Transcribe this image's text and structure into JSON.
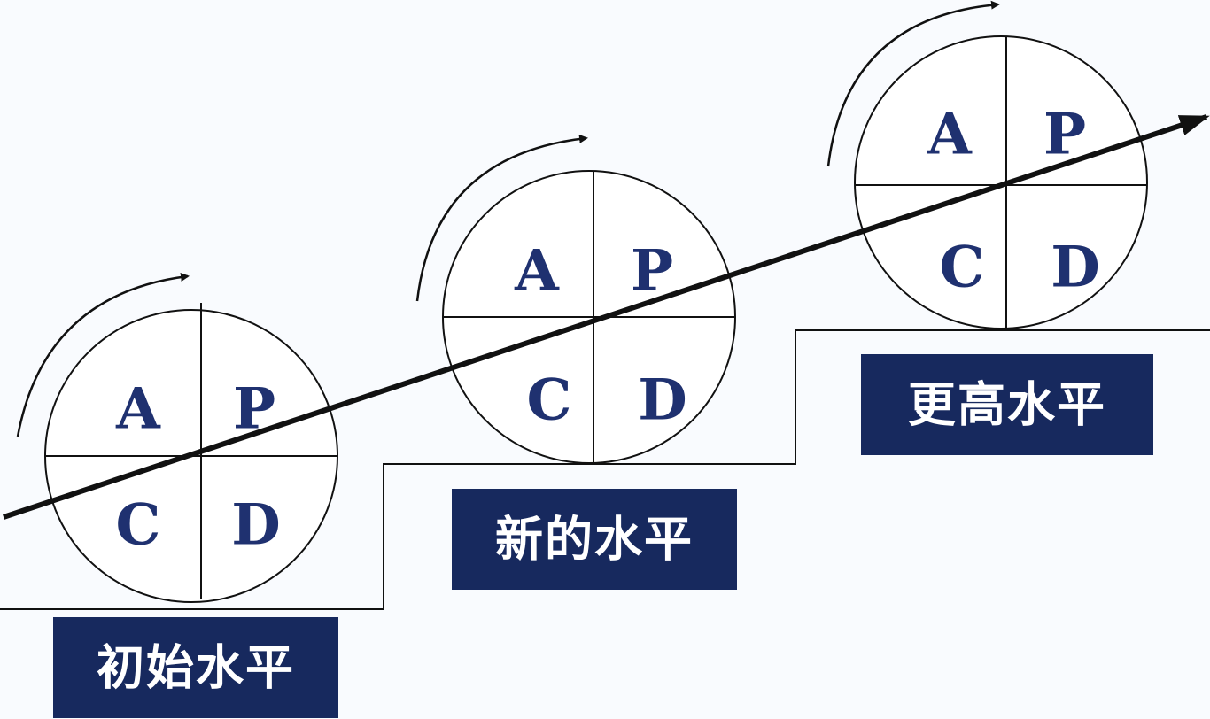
{
  "colors": {
    "background": "#f9fbfe",
    "line": "#111111",
    "letter": "#1f3170",
    "label_box": "#17295e",
    "label_text": "#ffffff"
  },
  "cycles": [
    {
      "name": "initial",
      "quadrants": {
        "top_left": "A",
        "top_right": "P",
        "bottom_left": "C",
        "bottom_right": "D"
      },
      "label": "初始水平"
    },
    {
      "name": "new",
      "quadrants": {
        "top_left": "A",
        "top_right": "P",
        "bottom_left": "C",
        "bottom_right": "D"
      },
      "label": "新的水平"
    },
    {
      "name": "higher",
      "quadrants": {
        "top_left": "A",
        "top_right": "P",
        "bottom_left": "C",
        "bottom_right": "D"
      },
      "label": "更高水平"
    }
  ],
  "icons": {
    "rotation": "clockwise-rotation-arrow-icon",
    "progress": "upward-progress-arrow-icon"
  }
}
